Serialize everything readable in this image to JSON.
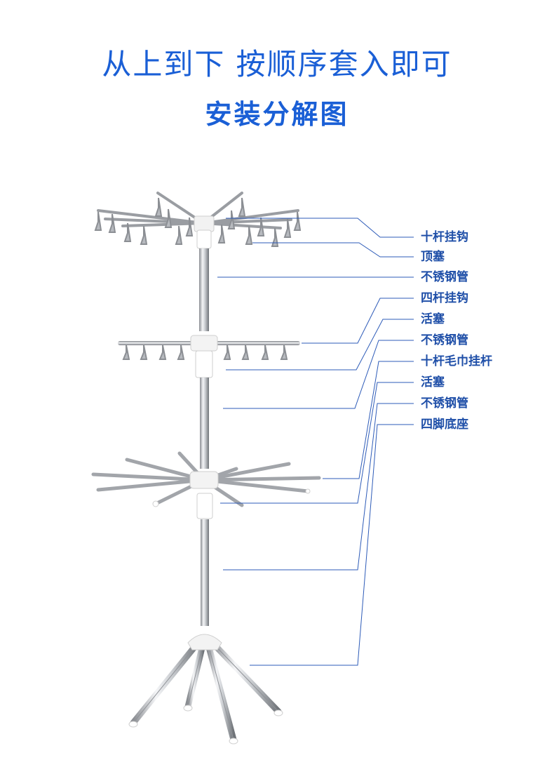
{
  "header": {
    "title": "从上到下 按顺序套入即可",
    "subtitle": "安装分解图"
  },
  "labels": [
    "十杆挂钩",
    "顶塞",
    "不锈钢管",
    "四杆挂钩",
    "活塞",
    "不锈钢管",
    "十杆毛巾挂杆",
    "活塞",
    "不锈钢管",
    "四脚底座"
  ],
  "colors": {
    "title": "#1a5fd6",
    "label_text": "#1f4fa8",
    "leader_line": "#2d5bb8"
  }
}
